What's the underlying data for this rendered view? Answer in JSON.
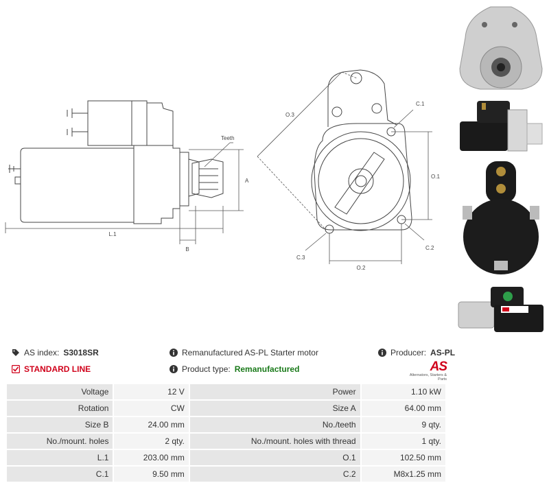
{
  "drawing": {
    "labels": {
      "teeth": "Teeth",
      "a": "A",
      "l1": "L.1",
      "b": "B",
      "o3": "O.3",
      "c1": "C.1",
      "o1": "O.1",
      "c2": "C.2",
      "c3": "C.3",
      "o2": "O.2"
    }
  },
  "info": {
    "as_index_label": "AS index:",
    "as_index_value": "S3018SR",
    "description": "Remanufactured AS-PL Starter motor",
    "producer_label": "Producer:",
    "producer_value": "AS-PL",
    "line_label": "STANDARD LINE",
    "product_type_label": "Product type:",
    "product_type_value": "Remanufactured",
    "logo_mark": "AS",
    "logo_tagline": "Alternators, Starters & Parts"
  },
  "specs": [
    {
      "l1": "Voltage",
      "v1": "12 V",
      "l2": "Power",
      "v2": "1.10 kW"
    },
    {
      "l1": "Rotation",
      "v1": "CW",
      "l2": "Size A",
      "v2": "64.00 mm"
    },
    {
      "l1": "Size B",
      "v1": "24.00 mm",
      "l2": "No./teeth",
      "v2": "9 qty."
    },
    {
      "l1": "No./mount. holes",
      "v1": "2 qty.",
      "l2": "No./mount. holes with thread",
      "v2": "1 qty."
    },
    {
      "l1": "L.1",
      "v1": "203.00 mm",
      "l2": "O.1",
      "v2": "102.50 mm"
    },
    {
      "l1": "C.1",
      "v1": "9.50 mm",
      "l2": "C.2",
      "v2": "M8x1.25 mm"
    }
  ],
  "colors": {
    "accent_red": "#d0021b",
    "green": "#1a7a1a",
    "label_bg": "#e6e6e6",
    "value_bg": "#f4f4f4"
  }
}
